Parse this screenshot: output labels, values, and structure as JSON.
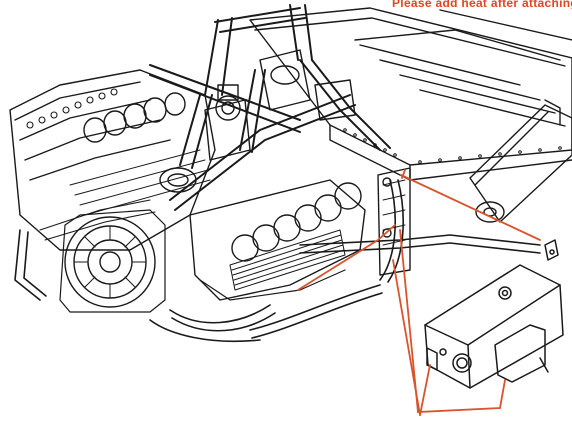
{
  "instruction": {
    "text": "Please add heat after attaching",
    "color": "#e8431f"
  },
  "colors": {
    "ink": "#1a1a1a",
    "paper": "#ffffff",
    "leader": "#d9532c"
  },
  "parts": {
    "main": "engine-chassis-assembly",
    "detail": "oil-tank-part"
  }
}
